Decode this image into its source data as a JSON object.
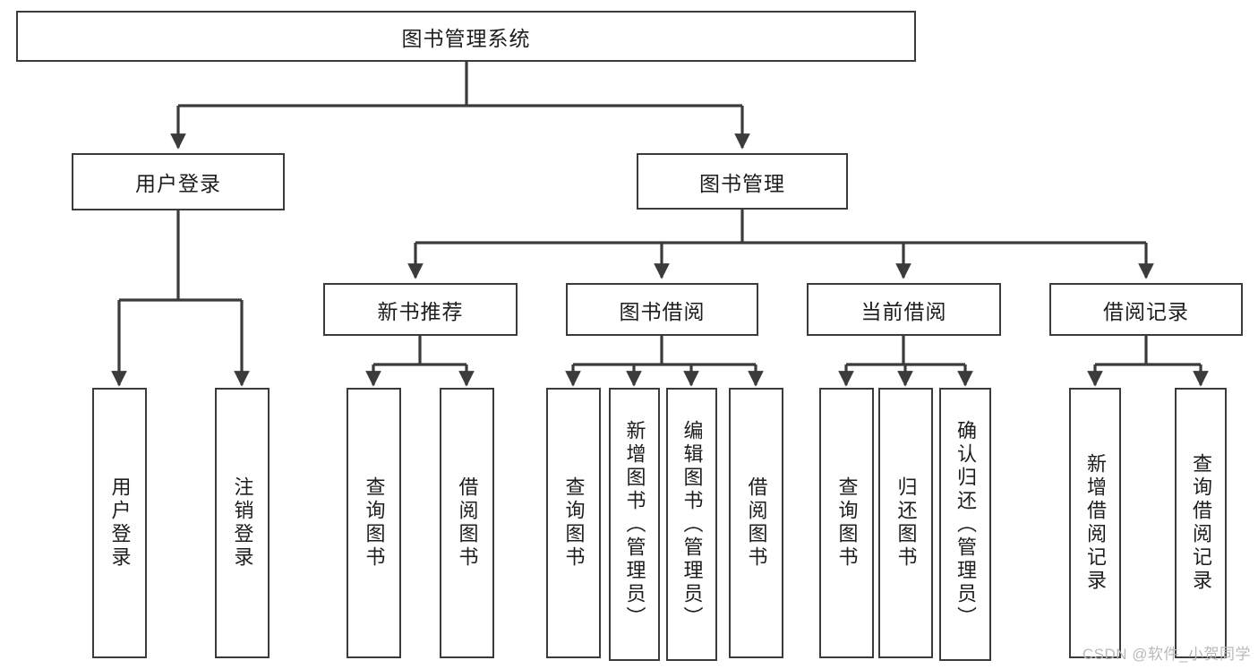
{
  "diagram": {
    "title": "图书管理系统",
    "type": "tree-hierarchy-diagram",
    "root": {
      "id": "root",
      "label": "图书管理系统"
    },
    "level2": [
      {
        "id": "user-login",
        "label": "用户登录"
      },
      {
        "id": "book-manage",
        "label": "图书管理"
      }
    ],
    "level3": [
      {
        "id": "new-book-recommend",
        "label": "新书推荐",
        "parent": "book-manage"
      },
      {
        "id": "book-borrow",
        "label": "图书借阅",
        "parent": "book-manage"
      },
      {
        "id": "current-borrow",
        "label": "当前借阅",
        "parent": "book-manage"
      },
      {
        "id": "borrow-record",
        "label": "借阅记录",
        "parent": "book-manage"
      }
    ],
    "leaves": [
      {
        "id": "leaf-user-login",
        "label": "用户登录",
        "parent": "user-login"
      },
      {
        "id": "leaf-user-logout",
        "label": "注销登录",
        "parent": "user-login"
      },
      {
        "id": "leaf-query-book-1",
        "label": "查询图书",
        "parent": "new-book-recommend"
      },
      {
        "id": "leaf-borrow-book-1",
        "label": "借阅图书",
        "parent": "new-book-recommend"
      },
      {
        "id": "leaf-query-book-2",
        "label": "查询图书",
        "parent": "book-borrow"
      },
      {
        "id": "leaf-add-book",
        "label": "新增图书（管理员）",
        "parent": "book-borrow"
      },
      {
        "id": "leaf-edit-book",
        "label": "编辑图书（管理员）",
        "parent": "book-borrow"
      },
      {
        "id": "leaf-borrow-book-2",
        "label": "借阅图书",
        "parent": "book-borrow"
      },
      {
        "id": "leaf-query-book-3",
        "label": "查询图书",
        "parent": "current-borrow"
      },
      {
        "id": "leaf-return-book",
        "label": "归还图书",
        "parent": "current-borrow"
      },
      {
        "id": "leaf-confirm-return",
        "label": "确认归还（管理员）",
        "parent": "current-borrow"
      },
      {
        "id": "leaf-add-record",
        "label": "新增借阅记录",
        "parent": "borrow-record"
      },
      {
        "id": "leaf-query-record",
        "label": "查询借阅记录",
        "parent": "borrow-record"
      }
    ]
  },
  "watermark": {
    "text": "CSDN @软件_小贺同学"
  },
  "colors": {
    "stroke": "#3b3b3b",
    "background": "#ffffff",
    "text": "#1d1d1d",
    "watermark": "#b9b9b9"
  }
}
